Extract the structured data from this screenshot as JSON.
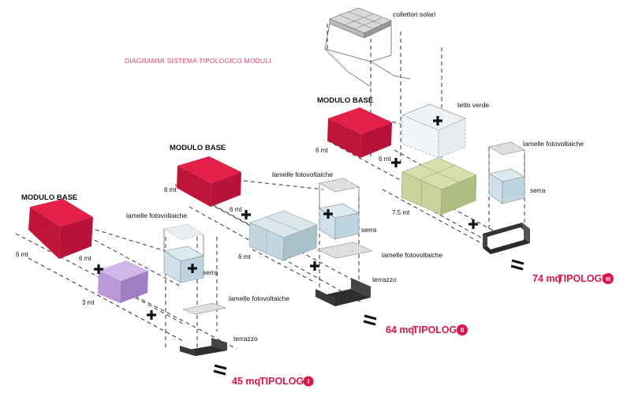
{
  "title": "DIAGRAMMI SISTEMA TIPOLOGICO MODULI",
  "colors": {
    "base_red": "#d2173f",
    "accent": "#d9174b",
    "purple": "#b89ad6",
    "glass": "#cfe0ea",
    "green": "#c7d39a",
    "dark": "#3a3a3a"
  },
  "typologies": [
    {
      "base_label": "MODULO BASE",
      "dim_depth": "6 mt",
      "dim_width": "6 mt",
      "dim_extra": "3 mt",
      "labels": [
        "lamelle fotovoltaiche",
        "serra",
        "lamelle fotovoltaiche",
        "terrazzo"
      ],
      "total_area": "45 mq",
      "tipologia_word": "TIPOLOGIA",
      "roman": "I"
    },
    {
      "base_label": "MODULO BASE",
      "dim_depth": "6 mt",
      "dim_width": "6 mt",
      "dim_extra": "6 mt",
      "labels": [
        "lamelle fotovoltaiche",
        "serra",
        "lamelle fotovoltaiche",
        "terrazzo"
      ],
      "total_area": "64 mq",
      "tipologia_word": "TIPOLOGIA",
      "roman": "II"
    },
    {
      "base_label": "MODULO BASE",
      "dim_depth": "6 mt",
      "dim_width": "6 mt",
      "dim_extra": "7.5 mt",
      "labels": [
        "collettori solari",
        "tetto verde",
        "lamelle fotovoltaiche",
        "serra"
      ],
      "total_area": "74 mq",
      "tipologia_word": "TIPOLOGIA",
      "roman": "III"
    }
  ]
}
